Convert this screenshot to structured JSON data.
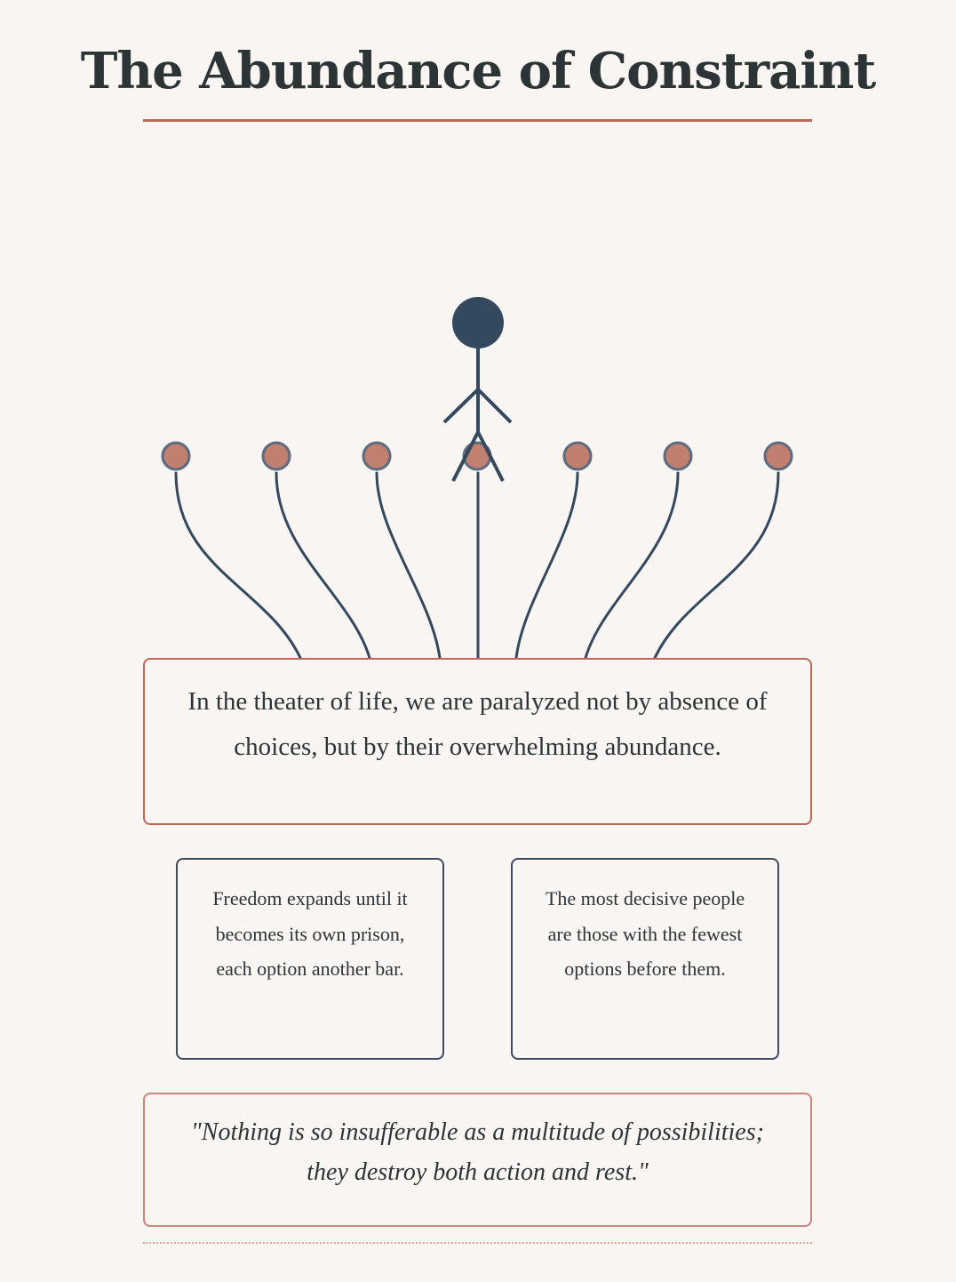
{
  "header": {
    "title": "The Abundance of Constraint"
  },
  "colors": {
    "background": "#f8f5f2",
    "text": "#2d3436",
    "accent": "#c0675a",
    "option_fill": "#c17f6f",
    "figure": "#34495e",
    "box_border_dark": "#3d4b5c"
  },
  "figure": {
    "person_icon": "stick-figure-icon",
    "option_count": 7
  },
  "main": {
    "statement": "In the theater of life, we are paralyzed not by absence of choices, but by their overwhelming abundance."
  },
  "cards": [
    {
      "text": "Freedom expands until it becomes its own prison, each option another bar."
    },
    {
      "text": "The most decisive people are those with the fewest options before them."
    }
  ],
  "quote": {
    "text": "\"Nothing is so insufferable as a multitude of possibilities; they destroy both action and rest.\""
  }
}
